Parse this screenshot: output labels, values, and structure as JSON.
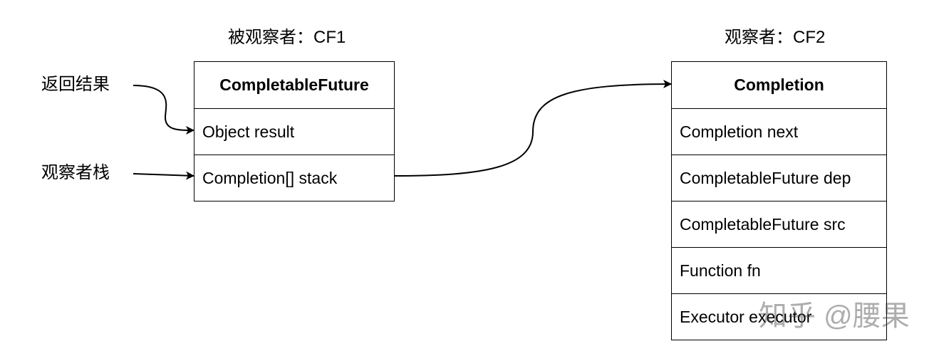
{
  "observed": {
    "title": "被观察者：CF1",
    "class_name": "CompletableFuture",
    "fields": [
      "Object result",
      "Completion[] stack"
    ]
  },
  "observer": {
    "title": "观察者：CF2",
    "class_name": "Completion",
    "fields": [
      "Completion next",
      "CompletableFuture dep",
      "CompletableFuture src",
      "Function fn",
      "Executor executor"
    ]
  },
  "labels": {
    "return_result": "返回结果",
    "observer_stack": "观察者栈"
  },
  "watermark": "知乎 @腰果"
}
